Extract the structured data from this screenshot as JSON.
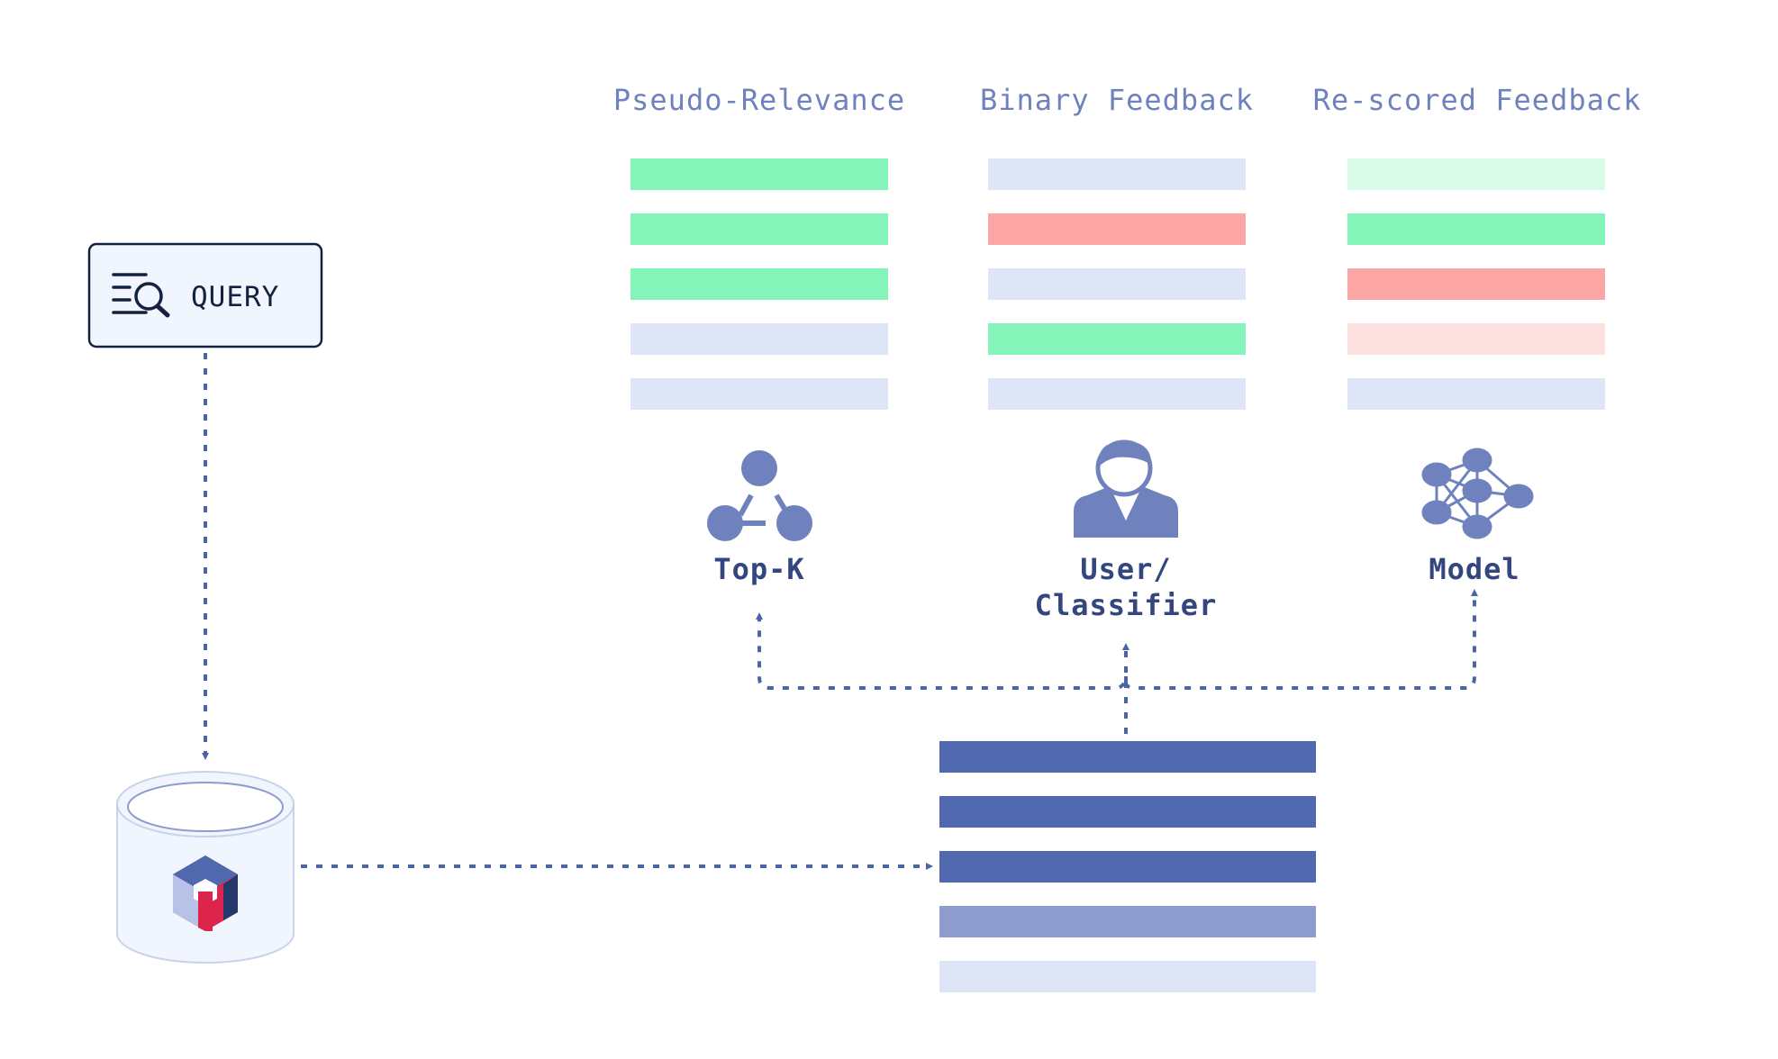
{
  "colors": {
    "relevant": "#84f4b8",
    "relevant_light": "#d9fbe8",
    "irrelevant": "#fca5a5",
    "irrelevant_light": "#fde1e1",
    "neutral": "#dde5f7",
    "dark": "#5068ad",
    "mid": "#8e9ccf",
    "icon": "#6f82bd"
  },
  "query": {
    "label": "QUERY",
    "icon": "search-list-icon"
  },
  "database": {
    "icon": "qdrant-logo-icon"
  },
  "columns": [
    {
      "id": "pseudo-relevance",
      "title": "Pseudo-Relevance",
      "method_lines": [
        "Top-K"
      ],
      "icon": "graph-nodes-icon",
      "bars": [
        "relevant",
        "relevant",
        "relevant",
        "neutral",
        "neutral"
      ]
    },
    {
      "id": "binary-feedback",
      "title": "Binary Feedback",
      "method_lines": [
        "User/",
        "Classifier"
      ],
      "icon": "user-icon",
      "bars": [
        "neutral",
        "irrelevant",
        "neutral",
        "relevant",
        "neutral"
      ]
    },
    {
      "id": "rescored-feedback",
      "title": "Re-scored Feedback",
      "method_lines": [
        "Model"
      ],
      "icon": "neural-network-icon",
      "bars": [
        "relevant_light",
        "relevant",
        "irrelevant",
        "irrelevant_light",
        "neutral"
      ]
    }
  ],
  "results": {
    "bars": [
      "dark",
      "dark",
      "dark",
      "mid",
      "neutral"
    ]
  }
}
